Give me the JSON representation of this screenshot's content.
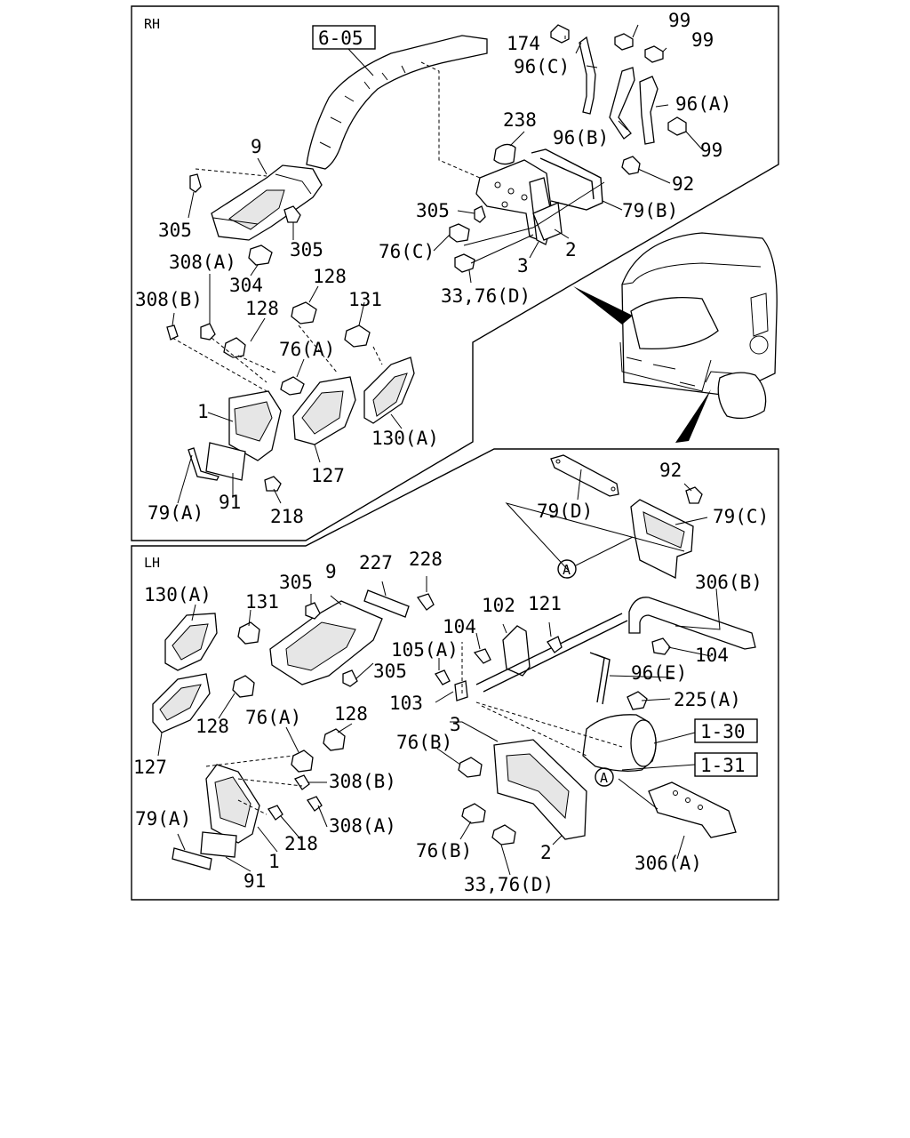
{
  "sections": {
    "rh": "RH",
    "lh": "LH"
  },
  "boxed_refs": {
    "ref_6_05": "6-05",
    "ref_1_30": "1-30",
    "ref_1_31": "1-31"
  },
  "reference_marker": "A",
  "rh_labels": {
    "p99a": "99",
    "p99b": "99",
    "p174": "174",
    "p96c": "96(C)",
    "p96a": "96(A)",
    "p96b": "96(B)",
    "p99c": "99",
    "p238": "238",
    "p92": "92",
    "p9": "9",
    "p305a": "305",
    "p79b": "79(B)",
    "p305b": "305",
    "p305c": "305",
    "p76c": "76(C)",
    "p2": "2",
    "p3": "3",
    "p308a": "308(A)",
    "p304": "304",
    "p33_76d": "33,76(D)",
    "p128a": "128",
    "p308b": "308(B)",
    "p131": "131",
    "p128b": "128",
    "p76a": "76(A)",
    "p1": "1",
    "p130a": "130(A)",
    "p127": "127",
    "p79a": "79(A)",
    "p91": "91",
    "p218": "218"
  },
  "lh_labels": {
    "p92": "92",
    "p79d": "79(D)",
    "p79c": "79(C)",
    "p130a": "130(A)",
    "p9": "9",
    "p227": "227",
    "p228": "228",
    "p305a": "305",
    "p131": "131",
    "p306b": "306(B)",
    "p102": "102",
    "p121": "121",
    "p104a": "104",
    "p105a": "105(A)",
    "p104b": "104",
    "p305b": "305",
    "p96e": "96(E)",
    "p128a": "128",
    "p225a": "225(A)",
    "p103": "103",
    "p76a": "76(A)",
    "p128b": "128",
    "p3": "3",
    "p127": "127",
    "p76b_a": "76(B)",
    "p308b": "308(B)",
    "p79a": "79(A)",
    "p308a": "308(A)",
    "p218": "218",
    "p1": "1",
    "p76b_b": "76(B)",
    "p2": "2",
    "p306a": "306(A)",
    "p91": "91",
    "p33_76d": "33,76(D)"
  }
}
